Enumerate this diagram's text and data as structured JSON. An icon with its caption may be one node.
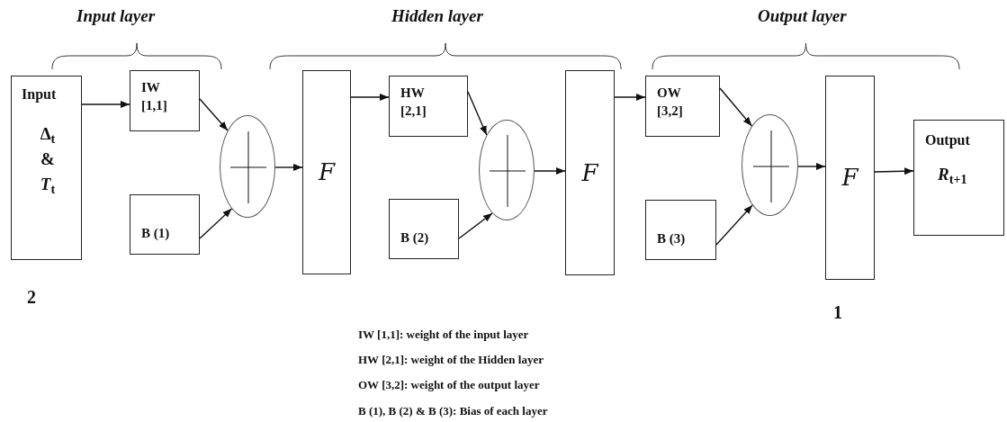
{
  "diagram": {
    "nodes": [
      {
        "text": [
          "Input",
          "Δ$_{t}$ & *T*$_{t}$"
        ]
      },
      {
        "text": [
          "IW [1,1]"
        ]
      },
      {
        "text": [
          "B (1)"
        ]
      },
      {
        "text": [],
        "shape": "circle"
      },
      {
        "text": [
          "F"
        ]
      },
      {
        "text": [
          "HW [2,1]"
        ]
      },
      {
        "text": [
          "B (2)"
        ]
      },
      {
        "text": [],
        "shape": "circle"
      },
      {
        "text": [
          "F"
        ]
      },
      {
        "text": [
          "OW [3,2]"
        ]
      },
      {
        "text": [
          "B (3)"
        ]
      },
      {
        "text": [],
        "shape": "circle"
      },
      {
        "text": [
          "F"
        ]
      },
      {
        "text": [
          "Output",
          "*R*$_{t+1}$"
        ]
      }
    ],
    "edges": [
      {
        "from": 0,
        "to": 1,
        "arrow": "to"
      },
      {
        "from": 1,
        "to": 3,
        "arrow": "to"
      },
      {
        "from": 2,
        "to": 3,
        "arrow": "to"
      },
      {
        "from": 3,
        "to": 4,
        "arrow": "to"
      },
      {
        "from": 4,
        "to": 5,
        "arrow": "to"
      },
      {
        "from": 5,
        "to": 7,
        "arrow": "to"
      },
      {
        "from": 6,
        "to": 7,
        "arrow": "to"
      },
      {
        "from": 7,
        "to": 8,
        "arrow": "to"
      },
      {
        "from": 8,
        "to": 9,
        "arrow": "to"
      },
      {
        "from": 9,
        "to": 11,
        "arrow": "to"
      },
      {
        "from": 10,
        "to": 11,
        "arrow": "to"
      },
      {
        "from": 11,
        "to": 12,
        "arrow": "to"
      },
      {
        "from": 12,
        "to": 13,
        "arrow": "to"
      }
    ],
    "labels": [
      "Input layer",
      "Hidden layer",
      "Output layer",
      "2",
      "1",
      "IW [1,1]: weight of the input layer",
      "HW [2,1]: weight of the Hidden layer",
      "OW [3,2]: weight of the output layer",
      "B (1), B (2) & B (3): Bias of each layer"
    ]
  }
}
